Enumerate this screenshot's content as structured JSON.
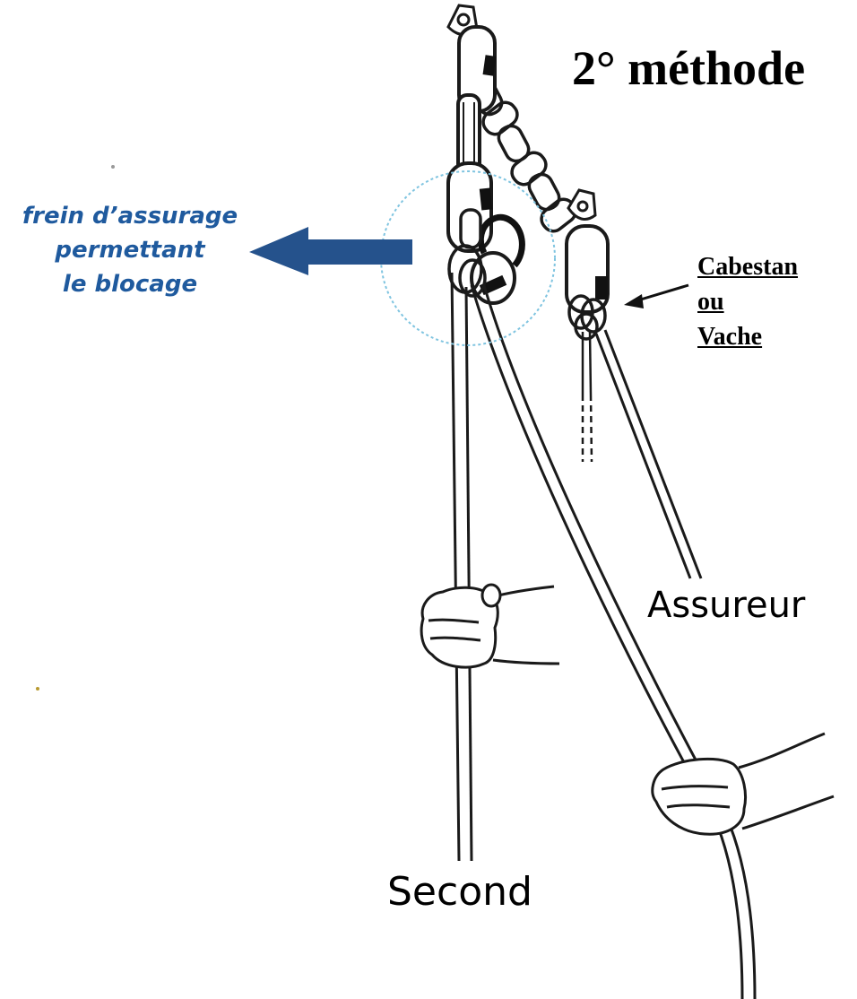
{
  "title": "2° méthode",
  "callouts": {
    "brake_lines": [
      "frein d’assurage",
      "permettant",
      "le blocage"
    ],
    "knot_lines": [
      "Cabestan",
      "ou",
      "Vache"
    ]
  },
  "rope_labels": {
    "belayer": "Assureur",
    "second": "Second"
  },
  "colors": {
    "brake_text": "#1f5a9e",
    "arrow": "#25528c",
    "highlight_circle": "#7fc4e0",
    "line": "#1a1a1a",
    "carabiner_gate": "#111111"
  }
}
